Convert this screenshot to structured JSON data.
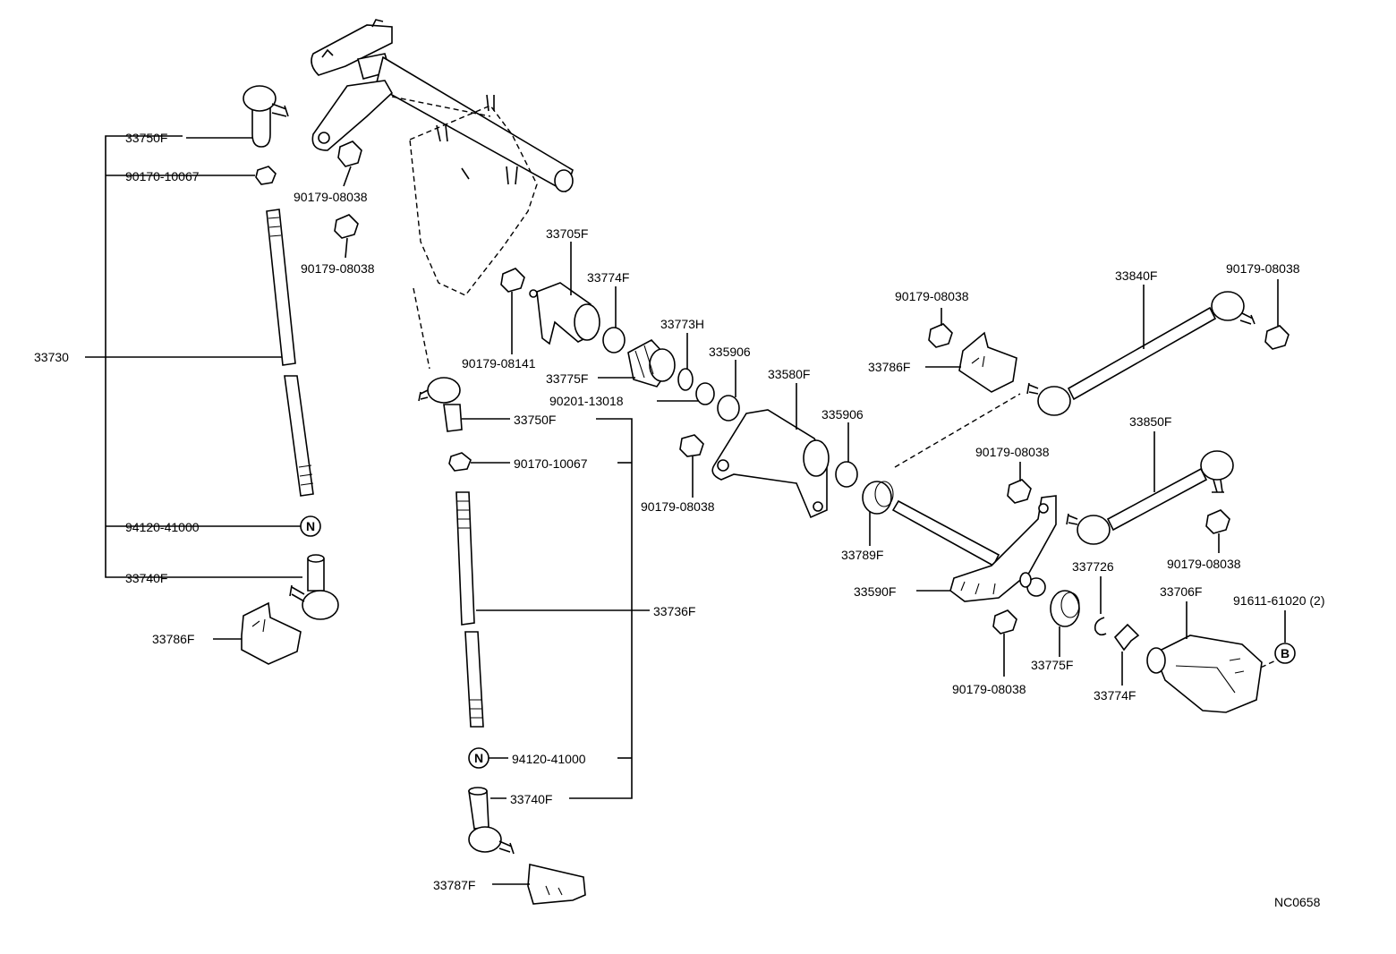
{
  "diagram_code": "NC0658",
  "symbols": {
    "n_marker": "N",
    "b_marker": "B"
  },
  "labels": {
    "p33750f_left": "33750F",
    "p90170_left": "90170-10067",
    "p33730": "33730",
    "p94120_left": "94120-41000",
    "p33740f_left": "33740F",
    "p33786f_left": "33786F",
    "p90179_a": "90179-08038",
    "p90179_b": "90179-08038",
    "p33705f": "33705F",
    "p33774f_top": "33774F",
    "p33773h": "33773H",
    "p90179_08141": "90179-08141",
    "p33775f_top": "33775F",
    "p90201": "90201-13018",
    "p335906_a": "335906",
    "p33580f": "33580F",
    "p335906_b": "335906",
    "p33750f_mid": "33750F",
    "p90170_mid": "90170-10067",
    "p90179_c": "90179-08038",
    "p33736f": "33736F",
    "p94120_mid": "94120-41000",
    "p33740f_mid": "33740F",
    "p33787f": "33787F",
    "p90179_d": "90179-08038",
    "p33786f_right": "33786F",
    "p33840f": "33840F",
    "p90179_e": "90179-08038",
    "p33789f": "33789F",
    "p90179_f": "90179-08038",
    "p33850f": "33850F",
    "p90179_g": "90179-08038",
    "p33590f": "33590F",
    "p337726": "337726",
    "p33706f": "33706F",
    "p91611": "91611-61020 (2)",
    "p33775f_bottom": "33775F",
    "p90179_h": "90179-08038",
    "p33774f_bottom": "33774F"
  }
}
